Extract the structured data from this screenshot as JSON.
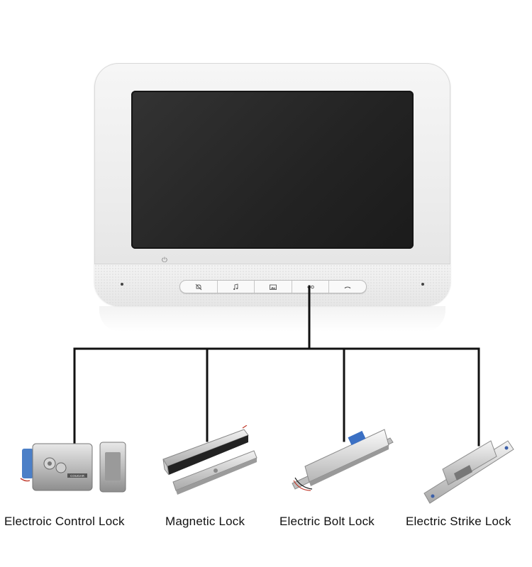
{
  "monitor": {
    "buttons": [
      {
        "name": "mute",
        "icon": "bell-muted-icon"
      },
      {
        "name": "ringtone",
        "icon": "music-note-icon"
      },
      {
        "name": "picture",
        "icon": "image-icon"
      },
      {
        "name": "unlock",
        "icon": "key-icon"
      },
      {
        "name": "talk",
        "icon": "phone-handset-icon"
      }
    ]
  },
  "locks": [
    {
      "label": "Electroic Control Lock"
    },
    {
      "label": "Magnetic Lock"
    },
    {
      "label": "Electric Bolt Lock"
    },
    {
      "label": "Electric Strike Lock"
    }
  ],
  "brand_on_lock": "COUGAR"
}
